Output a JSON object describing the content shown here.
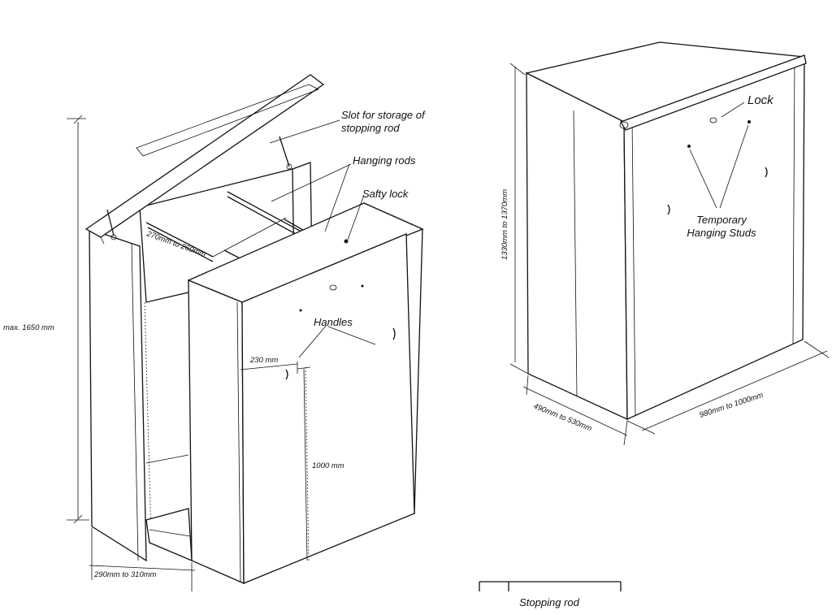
{
  "left_cabinet": {
    "labels": {
      "slot_line1": "Slot for storage of",
      "slot_line2": "stopping rod",
      "hanging_rods": "Hanging rods",
      "safety_lock": "Safty lock",
      "handles": "Handles"
    },
    "dimensions": {
      "height": "max. 1650 mm",
      "rod_span": "270mm to 260mm",
      "handle_offset": "230 mm",
      "handle_height": "1000 mm",
      "depth": "290mm to 310mm"
    }
  },
  "right_cabinet": {
    "labels": {
      "lock": "Lock",
      "studs_line1": "Temporary",
      "studs_line2": "Hanging Studs"
    },
    "dimensions": {
      "height": "1330mm to 1370mm",
      "depth": "490mm to 530mm",
      "width": "980mm to 1000mm"
    }
  },
  "stopping_rod": {
    "label": "Stopping rod"
  }
}
